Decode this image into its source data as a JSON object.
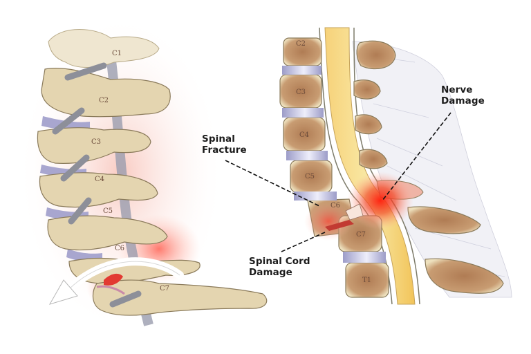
{
  "diagram": {
    "type": "medical-illustration",
    "subject": "Cervical spine injury",
    "left_panel": {
      "view": "lateral cervical spine with hyperflexion arrow",
      "vertebrae": [
        "C1",
        "C2",
        "C3",
        "C4",
        "C5",
        "C6",
        "C7"
      ]
    },
    "right_panel": {
      "view": "sagittal cross-section of cervical spine and spinal cord",
      "vertebrae": [
        "C2",
        "C3",
        "C4",
        "C5",
        "C6",
        "C7",
        "T1"
      ]
    },
    "annotations": [
      {
        "id": "spinal-fracture",
        "line1": "Spinal",
        "line2": "Fracture"
      },
      {
        "id": "nerve-damage",
        "line1": "Nerve",
        "line2": "Damage"
      },
      {
        "id": "spinal-cord-damage",
        "line1": "Spinal Cord",
        "line2": "Damage"
      }
    ],
    "colors": {
      "bone": "#e3d3ad",
      "bone_outline": "#8a7a5a",
      "vertebral_body": "#b98a64",
      "disc": "#a9a9cf",
      "spinal_cord": "#f4c14a",
      "injury": "#e8281e",
      "nerve": "#8d8f99"
    }
  }
}
